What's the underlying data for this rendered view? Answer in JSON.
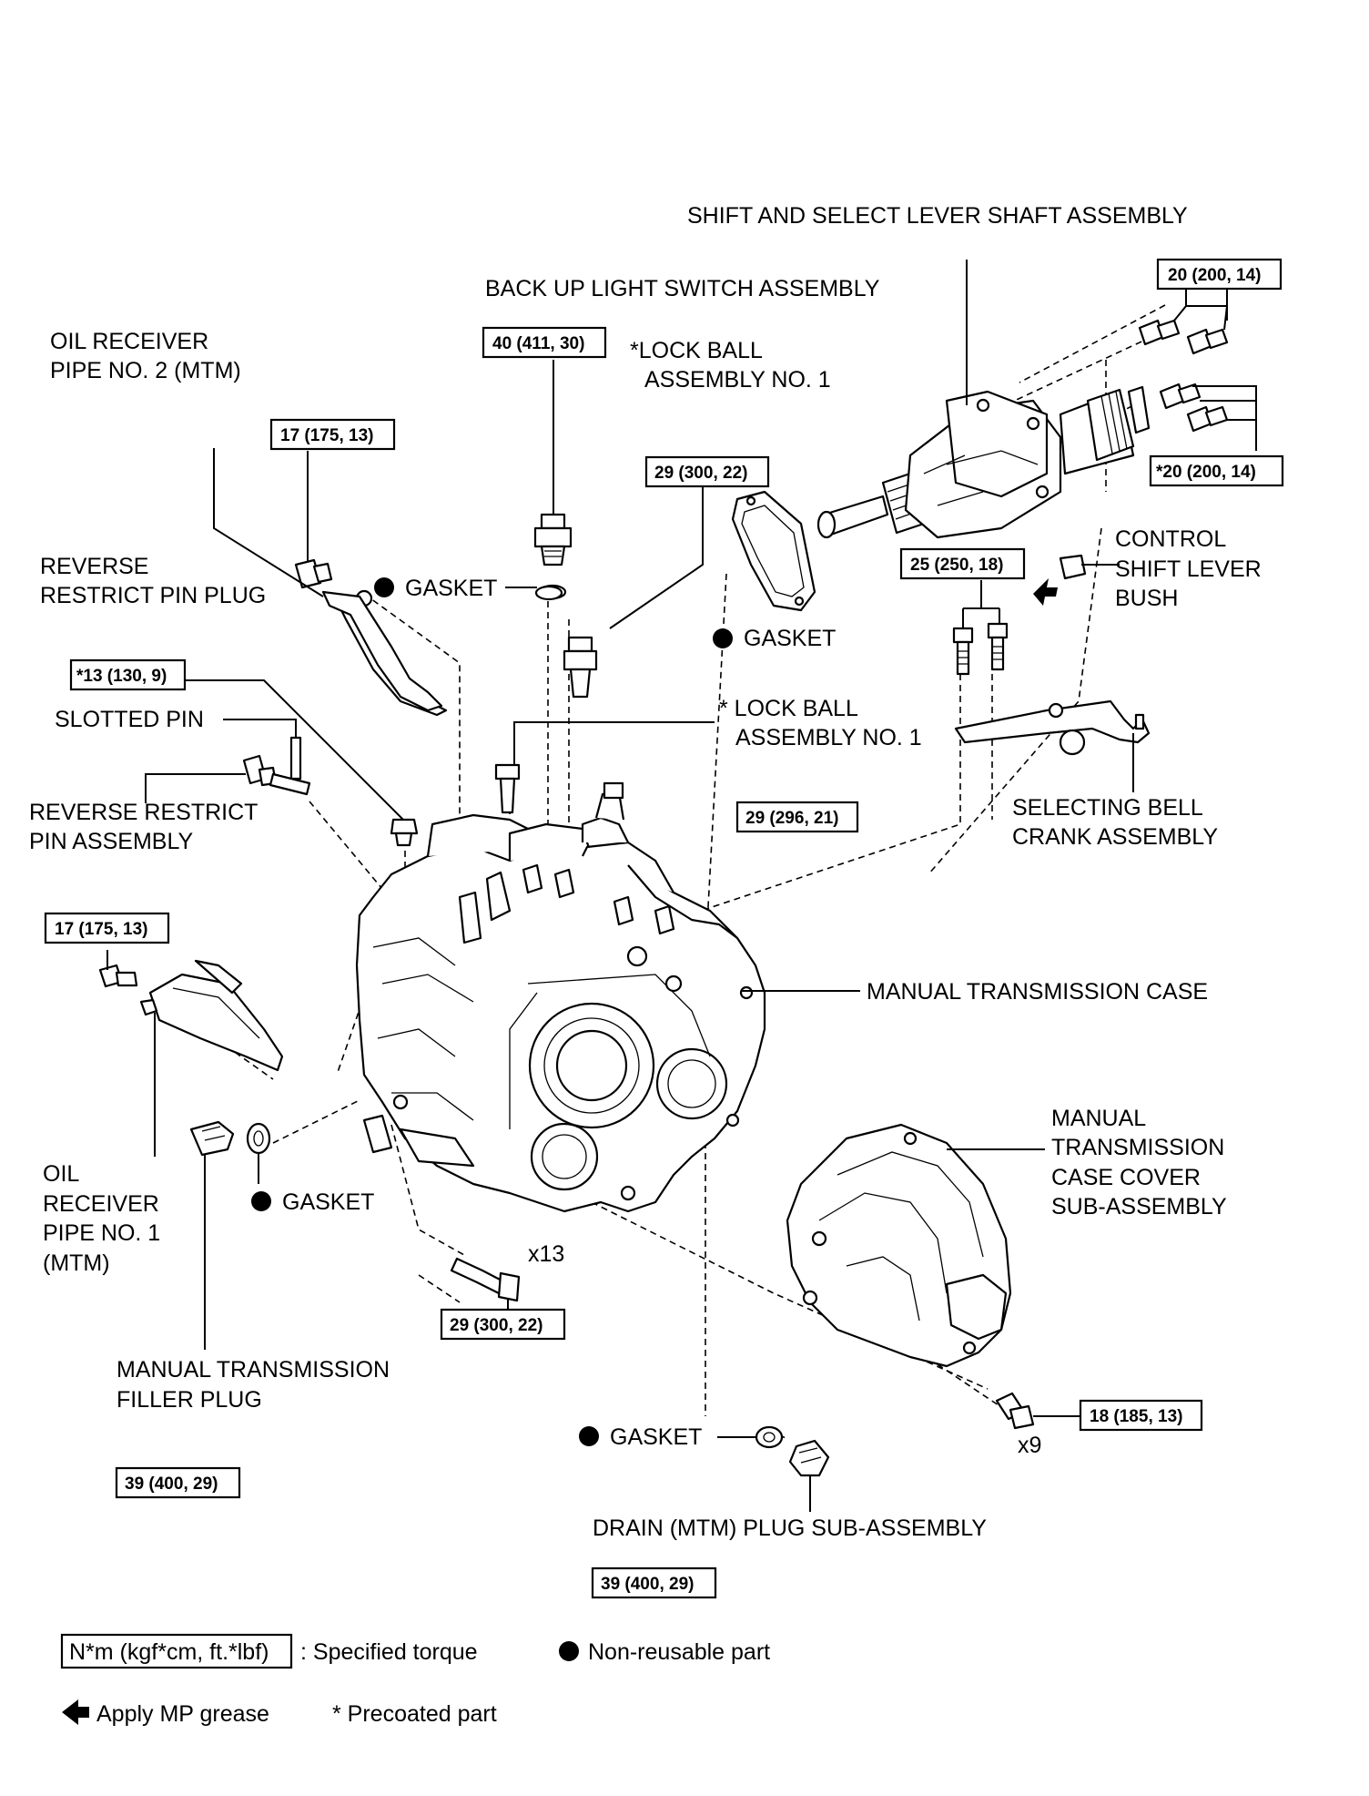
{
  "labels": {
    "shift_select_lever": "SHIFT AND SELECT LEVER SHAFT ASSEMBLY",
    "back_up_light": "BACK UP LIGHT SWITCH ASSEMBLY",
    "oil_receiver_2_l1": "OIL RECEIVER",
    "oil_receiver_2_l2": "PIPE NO. 2 (MTM)",
    "lock_ball_top_l1": "*LOCK BALL",
    "lock_ball_top_l2": "ASSEMBLY NO. 1",
    "reverse_plug_l1": "REVERSE",
    "reverse_plug_l2": "RESTRICT PIN PLUG",
    "gasket_1": "GASKET",
    "gasket_2": "GASKET",
    "control_shift_l1": "CONTROL",
    "control_shift_l2": "SHIFT LEVER",
    "control_shift_l3": "BUSH",
    "slotted_pin": "SLOTTED PIN",
    "lock_ball_mid_l1": "* LOCK BALL",
    "lock_ball_mid_l2": "ASSEMBLY NO. 1",
    "reverse_pin_l1": "REVERSE RESTRICT",
    "reverse_pin_l2": "PIN ASSEMBLY",
    "bell_crank_l1": "SELECTING BELL",
    "bell_crank_l2": "CRANK ASSEMBLY",
    "case": "MANUAL TRANSMISSION CASE",
    "oil_receiver_1_l1": "OIL",
    "oil_receiver_1_l2": "RECEIVER",
    "oil_receiver_1_l3": "PIPE NO. 1",
    "oil_receiver_1_l4": "(MTM)",
    "gasket_3": "GASKET",
    "case_cover_l1": "MANUAL",
    "case_cover_l2": "TRANSMISSION",
    "case_cover_l3": "CASE COVER",
    "case_cover_l4": "SUB-ASSEMBLY",
    "qty_13": "x13",
    "filler_l1": "MANUAL TRANSMISSION",
    "filler_l2": "FILLER PLUG",
    "gasket_4": "GASKET",
    "qty_9": "x9",
    "drain": "DRAIN (MTM) PLUG SUB-ASSEMBLY"
  },
  "torques": {
    "t_20_top": "20 (200, 14)",
    "t_40": "40 (411, 30)",
    "t_17_top": "17 (175, 13)",
    "t_29_switch": "29 (300, 22)",
    "t_20_lower": "*20 (200, 14)",
    "t_25": "25 (250, 18)",
    "t_13": "*13 (130, 9)",
    "t_29_296": "29 (296, 21)",
    "t_17_low": "17 (175, 13)",
    "t_29_bolts": "29 (300, 22)",
    "t_18": "18 (185, 13)",
    "t_39_filler": "39 (400, 29)",
    "t_39_drain": "39 (400, 29)"
  },
  "legend": {
    "torque_unit": "N*m (kgf*cm, ft.*lbf)",
    "torque_desc": ": Specified torque",
    "non_reusable": "Non-reusable part",
    "mp_grease": "Apply MP grease",
    "precoated": "* Precoated part"
  }
}
